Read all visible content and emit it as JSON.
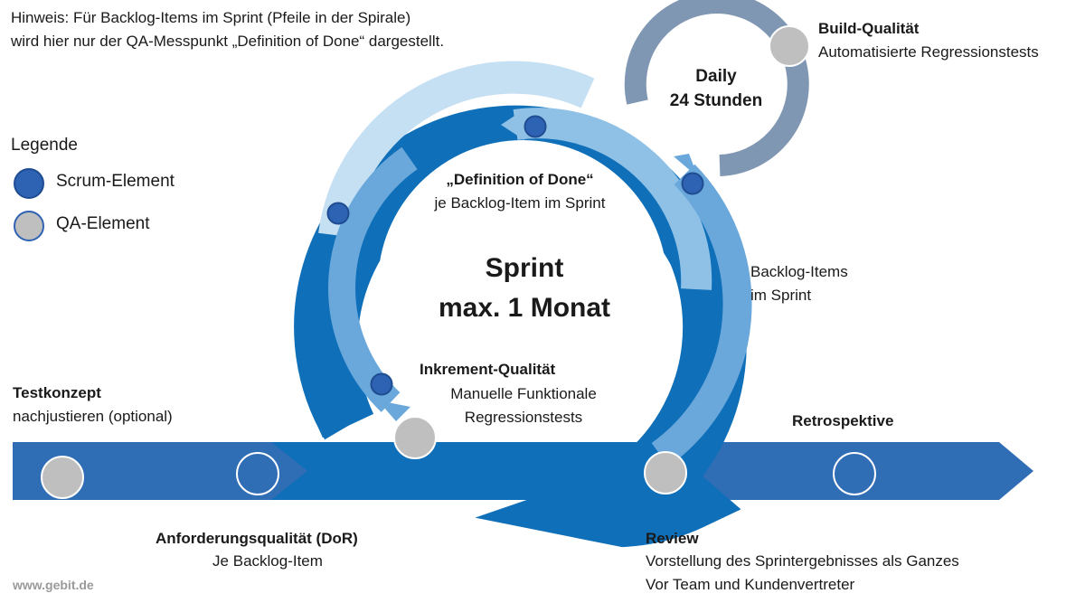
{
  "note": {
    "line1": "Hinweis: Für Backlog-Items im Sprint (Pfeile in der Spirale)",
    "line2": "wird hier nur der QA-Messpunkt „Definition of Done“ dargestellt."
  },
  "legend": {
    "title": "Legende",
    "scrum": "Scrum-Element",
    "qa": "QA-Element"
  },
  "sprint": {
    "line1": "Sprint",
    "line2": "max. 1 Monat"
  },
  "daily": {
    "line1": "Daily",
    "line2": "24 Stunden"
  },
  "build": {
    "title": "Build-Qualität",
    "desc": "Automatisierte Regressionstests"
  },
  "dod": {
    "title": "„Definition of Done“",
    "desc": "je Backlog-Item im Sprint"
  },
  "backlog": {
    "line1": "Backlog-Items",
    "line2": "im Sprint"
  },
  "increment": {
    "title": "Inkrement-Qualität",
    "line1": "Manuelle Funktionale",
    "line2": "Regressionstests"
  },
  "testkonzept": {
    "title": "Testkonzept",
    "desc": "nachjustieren (optional)"
  },
  "retro": {
    "title": "Retrospektive"
  },
  "dor": {
    "title": "Anforderungsqualität (DoR)",
    "desc": "Je Backlog-Item"
  },
  "review": {
    "title": "Review",
    "line1": "Vorstellung des Sprintergebnisses als Ganzes",
    "line2": "Vor Team und Kundenvertreter"
  },
  "footer": "www.gebit.de",
  "colors": {
    "dark_blue": "#0f6fb8",
    "mid_blue": "#2f6db5",
    "light_blue1": "#c5dff3",
    "light_blue2": "#8fc1e6",
    "light_blue3": "#6aa8dc",
    "grey_ring": "#8097b3",
    "qa_grey": "#bfbfbf",
    "scrum_dot": "#2e62b2"
  }
}
